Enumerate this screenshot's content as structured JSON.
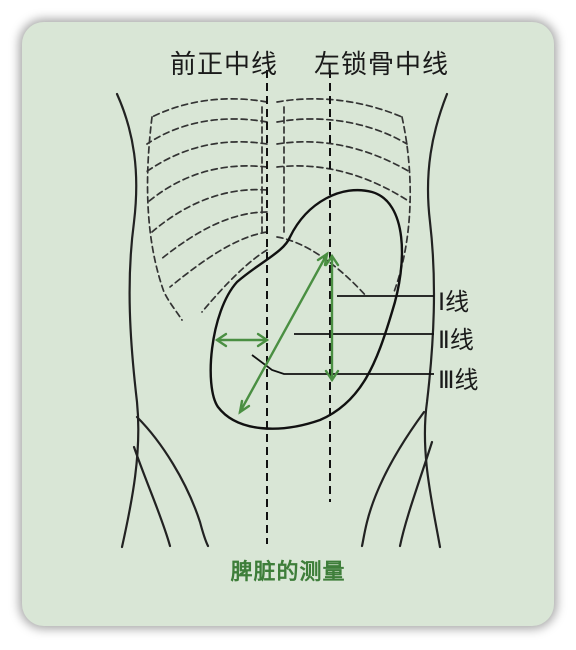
{
  "labels": {
    "midline": "前正中线",
    "clavicular_line": "左锁骨中线",
    "line_1": "Ⅰ线",
    "line_2": "Ⅱ线",
    "line_3": "Ⅲ线"
  },
  "caption": "脾脏的测量",
  "colors": {
    "background": "#d9e6d6",
    "ink": "#1a1a1a",
    "measurement": "#4a8f42",
    "caption": "#3e7e3a"
  }
}
